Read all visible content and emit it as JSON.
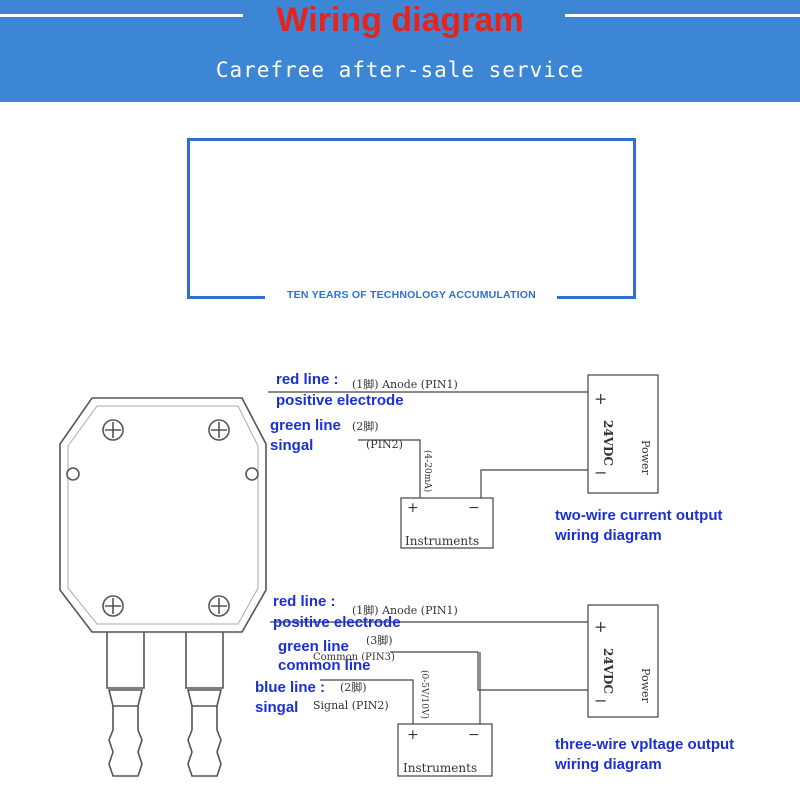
{
  "banner": {
    "title": "Wiring diagram",
    "subtitle": "Carefree after-sale service",
    "color": "#3d86d6",
    "title_color": "#e8231a"
  },
  "frame": {
    "label": "TEN YEARS OF TECHNOLOGY ACCUMULATION",
    "color": "#2f6fd0"
  },
  "label_color": "#1a2fd6",
  "two_wire": {
    "red_line": "red line :",
    "red_desc": "positive electrode",
    "red_pin": "(1脚) Anode (PIN1)",
    "green_line": "green line",
    "green_desc": "singal",
    "green_pin_a": "(2脚)",
    "green_pin_b": "(PIN2)",
    "current_range": "(4-20mA)",
    "power_plus": "+",
    "power_minus": "−",
    "power_voltage": "24VDC",
    "power_label": "Power",
    "instr_plus": "+",
    "instr_minus": "−",
    "instr_label": "Instruments",
    "caption_1": "two-wire current output",
    "caption_2": "wiring diagram"
  },
  "three_wire": {
    "red_line": "red line :",
    "red_desc": "positive electrode",
    "red_pin": "(1脚) Anode (PIN1)",
    "green_line": "green line",
    "green_desc": "common line",
    "green_pin_a": "(3脚)",
    "green_pin_b": "Common (PIN3)",
    "blue_line": "blue line :",
    "blue_desc": "singal",
    "blue_pin_a": "(2脚)",
    "blue_pin_b": "Signal (PIN2)",
    "voltage_range": "(0-5V/10V)",
    "power_plus": "+",
    "power_minus": "−",
    "power_voltage": "24VDC",
    "power_label": "Power",
    "instr_plus": "+",
    "instr_minus": "−",
    "instr_label": "Instruments",
    "caption_1": "three-wire vpltage output",
    "caption_2": "wiring diagram"
  }
}
